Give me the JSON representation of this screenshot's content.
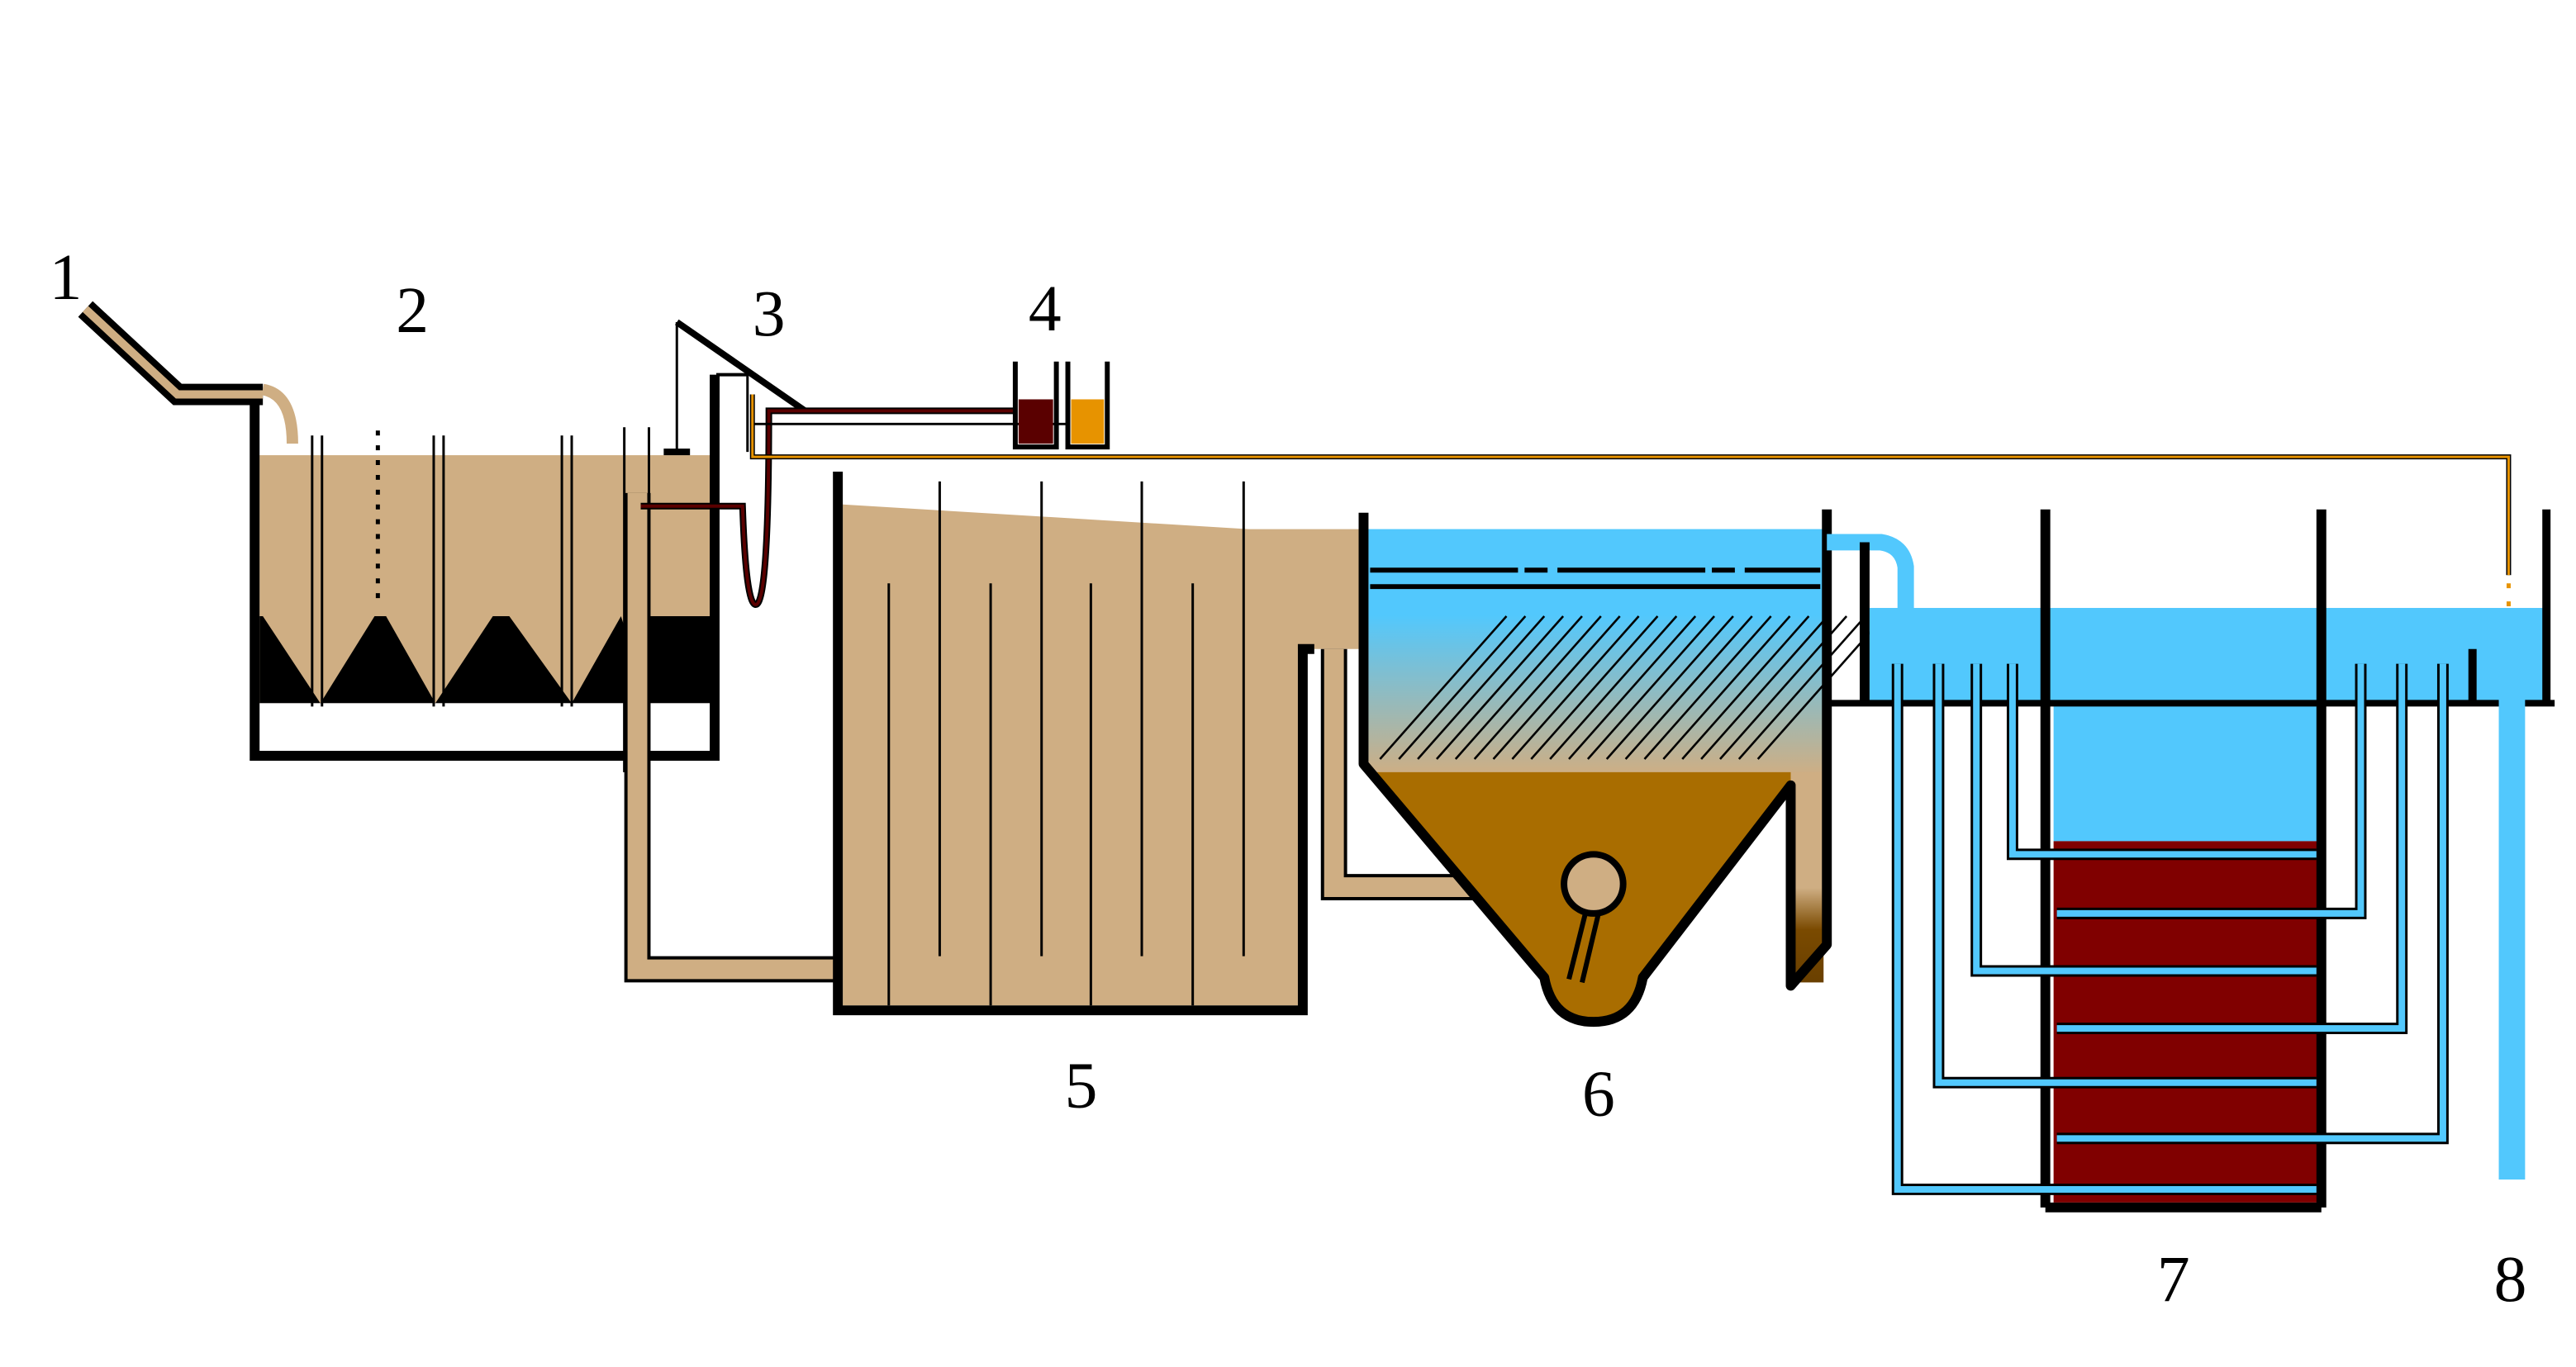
{
  "labels": {
    "inlet": "1",
    "grit_chamber": "2",
    "dosing_device": "3",
    "reagent_tanks": "4",
    "flocculation_tank": "5",
    "settling_tank": "6",
    "filter": "7",
    "outlet": "8"
  },
  "colors": {
    "raw_water": "#cfae83",
    "clean_water": "#52c8fd",
    "sludge": "#a96d00",
    "filter_media": "#800000",
    "reagent_dark": "#5a0000",
    "reagent_orange": "#e79300",
    "outline": "#000000"
  }
}
